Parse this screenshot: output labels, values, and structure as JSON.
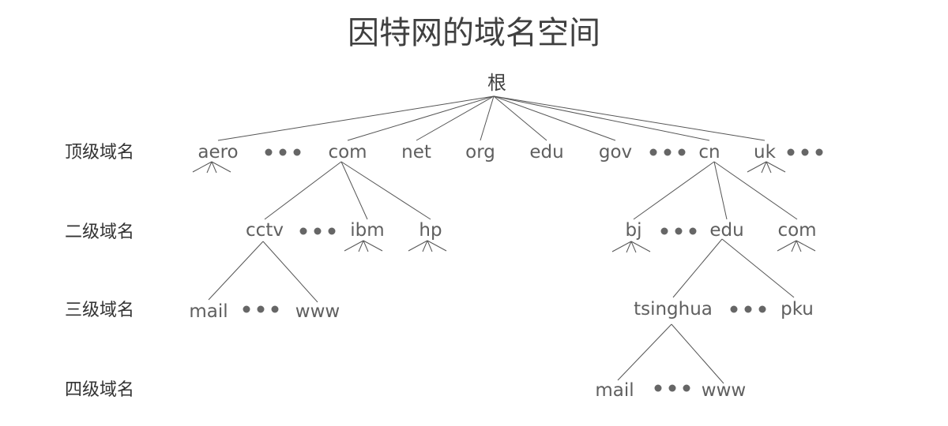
{
  "title": "因特网的域名空间",
  "colors": {
    "text": "#5f5f5f",
    "title": "#404040",
    "line": "#555555",
    "dot": "#666666"
  },
  "levels": [
    "顶级域名",
    "二级域名",
    "三级域名",
    "四级域名"
  ],
  "nodes": {
    "root": "根",
    "aero": "aero",
    "com": "com",
    "net": "net",
    "org": "org",
    "edu": "edu",
    "gov": "gov",
    "cn": "cn",
    "uk": "uk",
    "cctv": "cctv",
    "ibm": "ibm",
    "hp": "hp",
    "bj": "bj",
    "cn_edu": "edu",
    "cn_com": "com",
    "cctv_mail": "mail",
    "cctv_www": "www",
    "tsinghua": "tsinghua",
    "pku": "pku",
    "tsinghua_mail": "mail",
    "tsinghua_www": "www"
  },
  "edges": [
    [
      "root",
      "aero"
    ],
    [
      "root",
      "com"
    ],
    [
      "root",
      "net"
    ],
    [
      "root",
      "org"
    ],
    [
      "root",
      "edu"
    ],
    [
      "root",
      "gov"
    ],
    [
      "root",
      "cn"
    ],
    [
      "root",
      "uk"
    ],
    [
      "com",
      "cctv"
    ],
    [
      "com",
      "ibm"
    ],
    [
      "com",
      "hp"
    ],
    [
      "cn",
      "bj"
    ],
    [
      "cn",
      "cn_edu"
    ],
    [
      "cn",
      "cn_com"
    ],
    [
      "cctv",
      "cctv_mail"
    ],
    [
      "cctv",
      "cctv_www"
    ],
    [
      "cn_edu",
      "tsinghua"
    ],
    [
      "cn_edu",
      "pku"
    ],
    [
      "tsinghua",
      "tsinghua_mail"
    ],
    [
      "tsinghua",
      "tsinghua_www"
    ]
  ],
  "collapsed": [
    "aero",
    "uk",
    "ibm",
    "hp",
    "bj",
    "cn_com"
  ]
}
